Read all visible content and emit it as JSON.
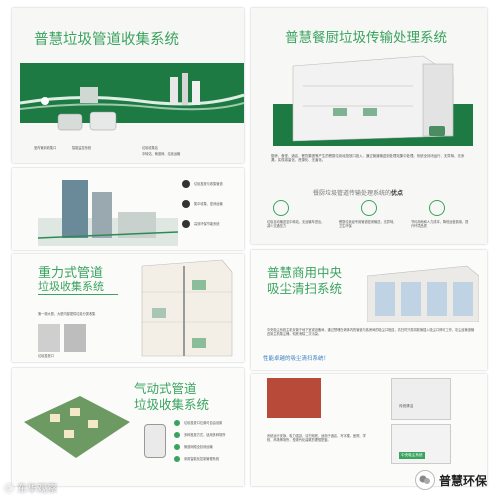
{
  "panels": {
    "pipeline": {
      "title": "普慧垃圾管道收集系统",
      "captions": [
        "室内管到收集口",
        "智能监控系统",
        "垃圾收集站",
        "中转站、管道网、垃圾运输"
      ]
    },
    "kitchen": {
      "title": "普慧餐厨垃圾传输处理系统",
      "subtitle_prefix": "餐厨垃圾管道传输处理系统的",
      "subtitle_emph": "优点",
      "para": "厨房、食堂、酒店、餐饮集团等产生的餐厨垃圾经投放口投入，通过管道输送到处理站集中处理。系统全封闭运行，无异味、无渗漏，实现减量化、资源化、无害化。",
      "features": [
        "垃圾自动输送至中转站，无运输车进出，减少交通压力",
        "餐厨垃圾经专用管道密闭输送，无异味，卫生环保",
        "节约用地和人力成本，降低运营费用，提升环境品质"
      ]
    },
    "pneumatic_building": {
      "captions": [
        "垃圾投放与收集管道",
        "集中收集、密闭运输",
        "高效环保节能系统"
      ]
    },
    "gravity": {
      "title_line1": "重力式管道",
      "title_line2": "垃圾收集系统",
      "caption": "垃圾投放口",
      "caption2": "第一幢大厦，大厦内部提供垃圾分类收集"
    },
    "central_vacuum": {
      "title_line1": "普慧商用中央",
      "title_line2": "吸尘清扫系统",
      "para": "中央吸尘系统主机安置于地下室或设备间，通过预埋在墙体内的管道与各房间的吸尘口相连，清扫时只需将软管插入吸尘口即可工作，灰尘经管道输送到主机集尘桶，彻底消除二次污染。",
      "tagline": "性能卓越的吸尘清扫系统！"
    },
    "pneumatic": {
      "title_line1": "气动式管道",
      "title_line2": "垃圾收集系统",
      "list": [
        "垃圾投放口位置可自由设置",
        "多种投放方式，适用多种场所",
        "管道网络全封闭运输",
        "采用智能化控制管理系统"
      ]
    },
    "vacuum_scene": {
      "label_a": "传统清洁",
      "label_b": "中央吸尘系统",
      "para": "系统运行安静，吸力强劲，清扫彻底，适用于酒店、写字楼、医院、学校、商场等场所，是现代化建筑的理想配套。"
    }
  },
  "watermark_left": "ⓒ 东华观察",
  "watermark_right": "普慧环保",
  "colors": {
    "brand_green": "#1d7a43",
    "title_green": "#3aa35f"
  }
}
